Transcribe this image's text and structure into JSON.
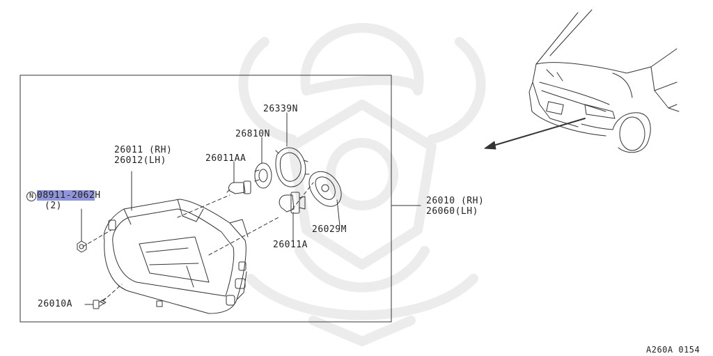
{
  "colors": {
    "line": "#333333",
    "highlight": "#8f95d8",
    "watermark": "#ececec",
    "background": "#ffffff"
  },
  "icons": {
    "part_code_marker": "circled-n",
    "watermark": "samurai-helmet-watermark"
  },
  "labels": {
    "p26339n": "26339N",
    "p26810n": "26810N",
    "p26011aa": "26011AA",
    "p26011_rh": "26011 (RH)",
    "p26012_lh": "26012(LH)",
    "n_marker": "N",
    "p08911_highlighted": "08911-2062",
    "p08911_suffix": "H",
    "p08911_qty": "(2)",
    "p26010_rh": "26010 (RH)",
    "p26060_lh": "26060(LH)",
    "p26029m": "26029M",
    "p26011a": "26011A",
    "p26010a": "26010A",
    "diagram_code": "A260A 0154"
  }
}
